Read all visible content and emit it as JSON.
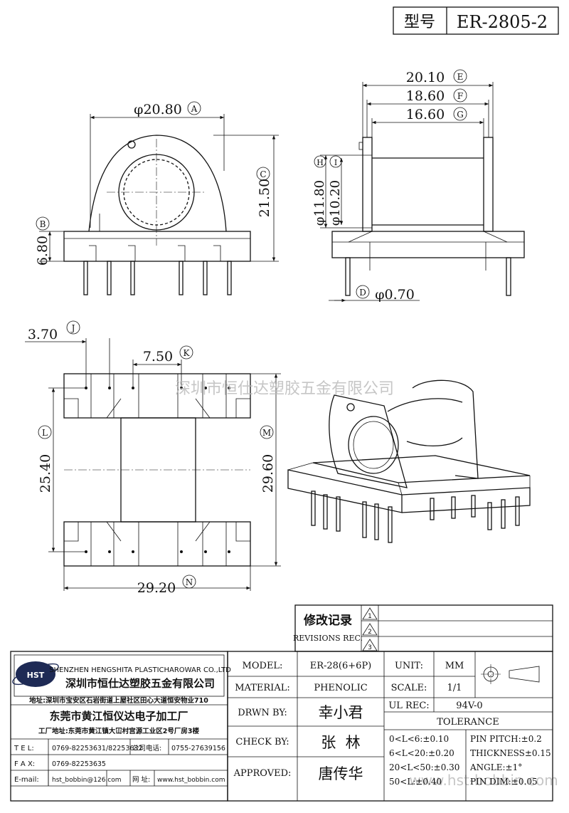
{
  "header": {
    "label_model": "型号",
    "model": "ER-2805-2"
  },
  "dims": {
    "A": "φ20.80",
    "A_tag": "A",
    "B": "6.80",
    "B_tag": "B",
    "C": "21.50",
    "C_tag": "C",
    "D": "φ0.70",
    "D_tag": "D",
    "E": "20.10",
    "E_tag": "E",
    "F": "18.60",
    "F_tag": "F",
    "G": "16.60",
    "G_tag": "G",
    "H": "φ11.80",
    "H_tag": "H",
    "I": "φ10.20",
    "I_tag": "I",
    "J": "3.70",
    "J_tag": "J",
    "K": "7.50",
    "K_tag": "K",
    "L": "25.40",
    "L_tag": "L",
    "M": "29.60",
    "M_tag": "M",
    "N": "29.20",
    "N_tag": "N"
  },
  "watermark": "深圳市恒仕达塑胶五金有限公司",
  "watermark2": "www.hst-bobbin.com",
  "revisions": {
    "title_cn": "修改记录",
    "title_en": "REVISIONS REC.",
    "marks": [
      "1",
      "2",
      "3"
    ]
  },
  "company": {
    "logo": "HST",
    "name_en": "SHENZHEN HENGSHITA PLASTICHAROWAR CO.,LTD",
    "name_cn": "深圳市恒仕达塑胶五金有限公司",
    "address": "地址:深圳市宝安区石岩街道上屋社区田心大道恒安物业710",
    "factory_name": "东莞市黄江恒仪达电子加工厂",
    "factory_address": "工厂地址:东莞市黄江镇大冚村宫源工业区2号厂房3楼",
    "tel_label": "T E L:",
    "tel": "0769-82253631/82253632",
    "phone_label": "公司电话:",
    "phone": "0755-27639156",
    "fax_label": "F A X:",
    "fax": "0769-82253635",
    "email_label": "E-mail:",
    "email": "hst_bobbin@126.com",
    "web_label": "网 址:",
    "web": "www.hst_bobbin.com"
  },
  "spec": {
    "model_label": "MODEL:",
    "model": "ER-28(6+6P)",
    "material_label": "MATERIAL:",
    "material": "PHENOLIC",
    "drawn_label": "DRWN BY:",
    "drawn": "幸小君",
    "check_label": "CHECK BY:",
    "check": "张  林",
    "approved_label": "APPROVED:",
    "approved": "唐传华",
    "unit_label": "UNIT:",
    "unit": "MM",
    "scale_label": "SCALE:",
    "scale": "1/1",
    "ul_label": "UL REC:",
    "ul": "94V-0",
    "tolerance_label": "TOLERANCE",
    "tol": [
      "0<L<6:±0.10",
      "6<L<20:±0.20",
      "20<L<50:±0.30",
      "50<L:±0.40"
    ],
    "tol2": [
      "PIN PITCH:±0.2",
      "THICKNESS±0.15",
      "ANGLE:±1°",
      "PIN DIM:±0.05"
    ]
  }
}
